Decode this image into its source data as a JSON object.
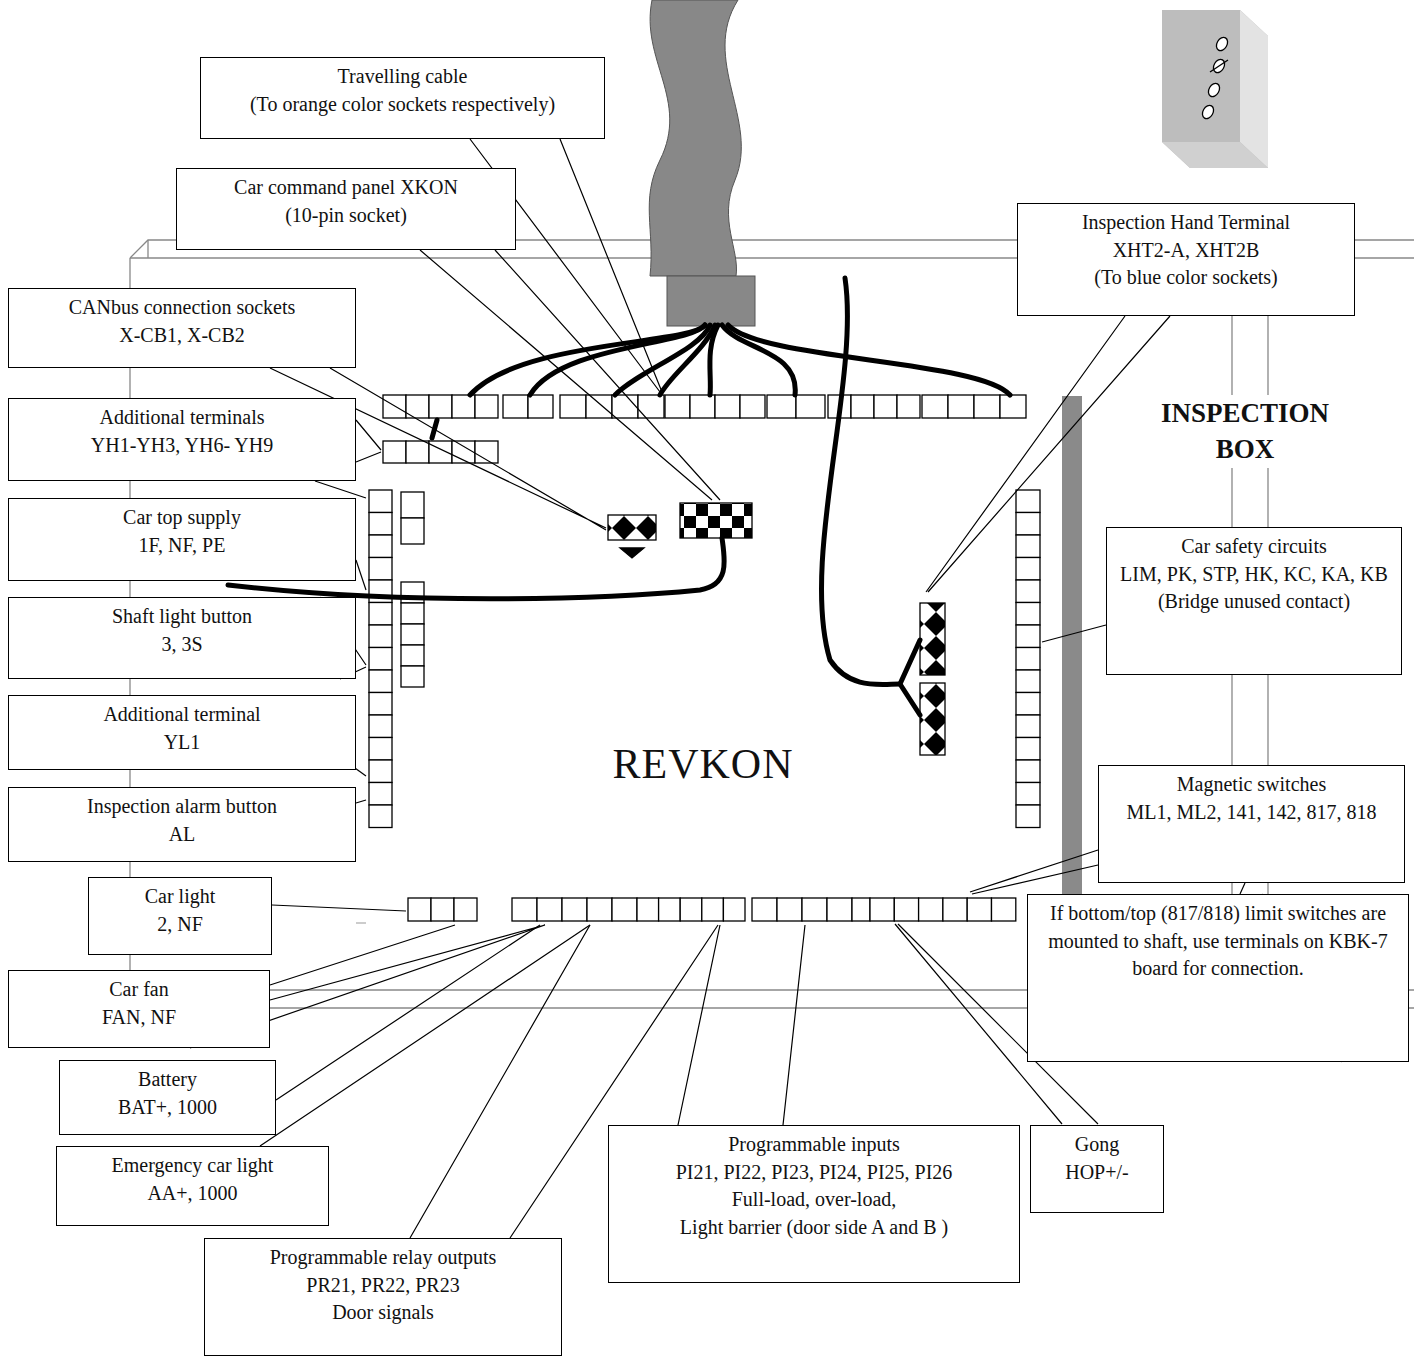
{
  "diagram": {
    "nodes": [
      {
        "text": [
          "Travelling cable",
          "(To orange color sockets respectively)"
        ]
      },
      {
        "text": [
          "Car command panel XKON",
          "(10-pin socket)"
        ]
      },
      {
        "text": [
          "Inspection Hand Terminal",
          "XHT2-A, XHT2B",
          "(To blue color sockets)"
        ]
      },
      {
        "text": [
          "CANbus connection sockets",
          "X-CB1, X-CB2"
        ]
      },
      {
        "text": [
          "Additional terminals",
          "YH1-YH3, YH6- YH9"
        ]
      },
      {
        "text": [
          "Car top supply",
          "1F, NF, PE"
        ]
      },
      {
        "text": [
          "Shaft light button",
          "3, 3S"
        ]
      },
      {
        "text": [
          "Additional terminal",
          "YL1"
        ]
      },
      {
        "text": [
          "Inspection alarm button",
          "AL"
        ]
      },
      {
        "text": [
          "Car light",
          "2, NF"
        ]
      },
      {
        "text": [
          "Car fan",
          "FAN, NF"
        ]
      },
      {
        "text": [
          "Battery",
          "BAT+, 1000"
        ]
      },
      {
        "text": [
          "Emergency car light",
          "AA+, 1000"
        ]
      },
      {
        "text": [
          "Programmable relay outputs",
          "PR21, PR22, PR23",
          "Door signals"
        ]
      },
      {
        "text": [
          "Programmable inputs",
          "PI21, PI22, PI23, PI24, PI25, PI26",
          "Full-load, over-load,",
          "Light barrier (door side A and B )"
        ]
      },
      {
        "text": [
          "Gong",
          "HOP+/-"
        ]
      },
      {
        "text": [
          "Magnetic switches",
          "ML1, ML2, 141, 142, 817, 818"
        ]
      },
      {
        "text": [
          "If bottom/top (817/818) limit switches are mounted to shaft, use terminals on KBK-7 board for connection."
        ]
      },
      {
        "text": [
          "Car safety circuits",
          "LIM, PK, STP, HK, KC, KA, KB",
          "(Bridge unused contact)"
        ]
      },
      {
        "text": [
          "REVKON"
        ]
      }
    ],
    "labels": [
      "INSPECTION BOX"
    ]
  }
}
